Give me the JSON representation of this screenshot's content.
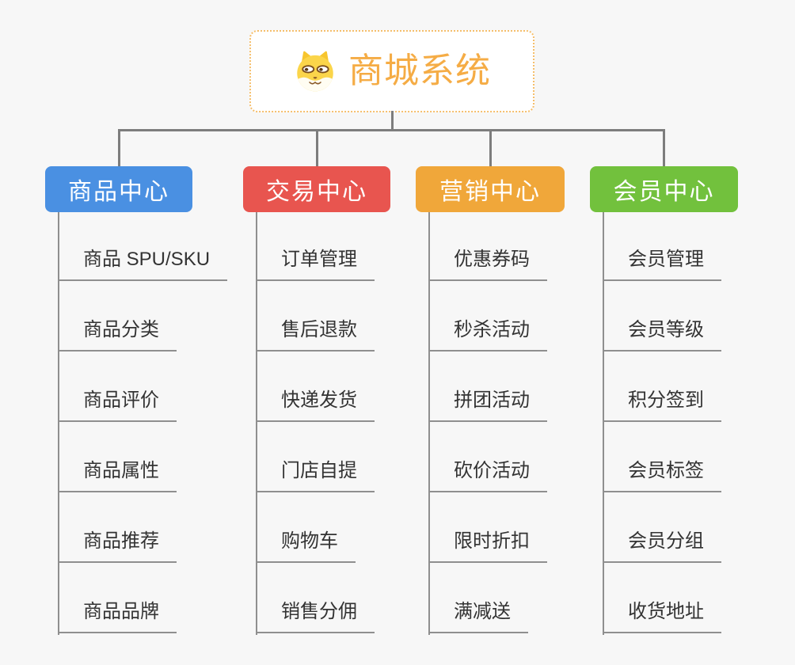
{
  "background_color": "#f7f7f7",
  "connector_color": "#7d7d7d",
  "root": {
    "title": "商城系统",
    "icon": "dog-face-icon",
    "title_color": "#F5AC45",
    "border_color": "#F5BE6B"
  },
  "branches": [
    {
      "id": "product-center",
      "label": "商品中心",
      "color": "#4A90E2",
      "children": [
        "商品 SPU/SKU",
        "商品分类",
        "商品评价",
        "商品属性",
        "商品推荐",
        "商品品牌"
      ]
    },
    {
      "id": "trade-center",
      "label": "交易中心",
      "color": "#E8554F",
      "children": [
        "订单管理",
        "售后退款",
        "快递发货",
        "门店自提",
        "购物车",
        "销售分佣"
      ]
    },
    {
      "id": "marketing-center",
      "label": "营销中心",
      "color": "#F0A73A",
      "children": [
        "优惠券码",
        "秒杀活动",
        "拼团活动",
        "砍价活动",
        "限时折扣",
        "满减送"
      ]
    },
    {
      "id": "member-center",
      "label": "会员中心",
      "color": "#72C13D",
      "children": [
        "会员管理",
        "会员等级",
        "积分签到",
        "会员标签",
        "会员分组",
        "收货地址"
      ]
    }
  ]
}
